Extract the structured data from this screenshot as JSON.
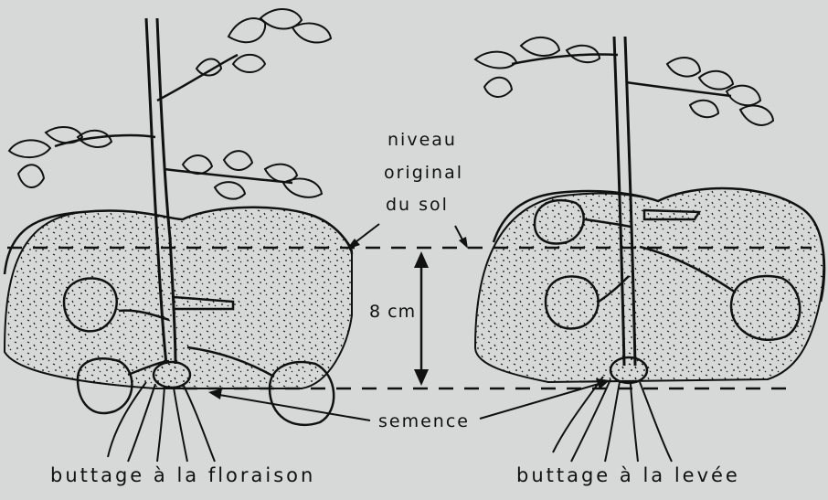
{
  "labels": {
    "niveau_line1": "niveau",
    "niveau_line2": "original",
    "niveau_line3": "du sol",
    "depth": "8 cm",
    "semence": "semence"
  },
  "captions": {
    "left": "buttage à la floraison",
    "right": "buttage à la levée"
  },
  "colors": {
    "background": "#d6d9d8",
    "ink": "#111111"
  }
}
